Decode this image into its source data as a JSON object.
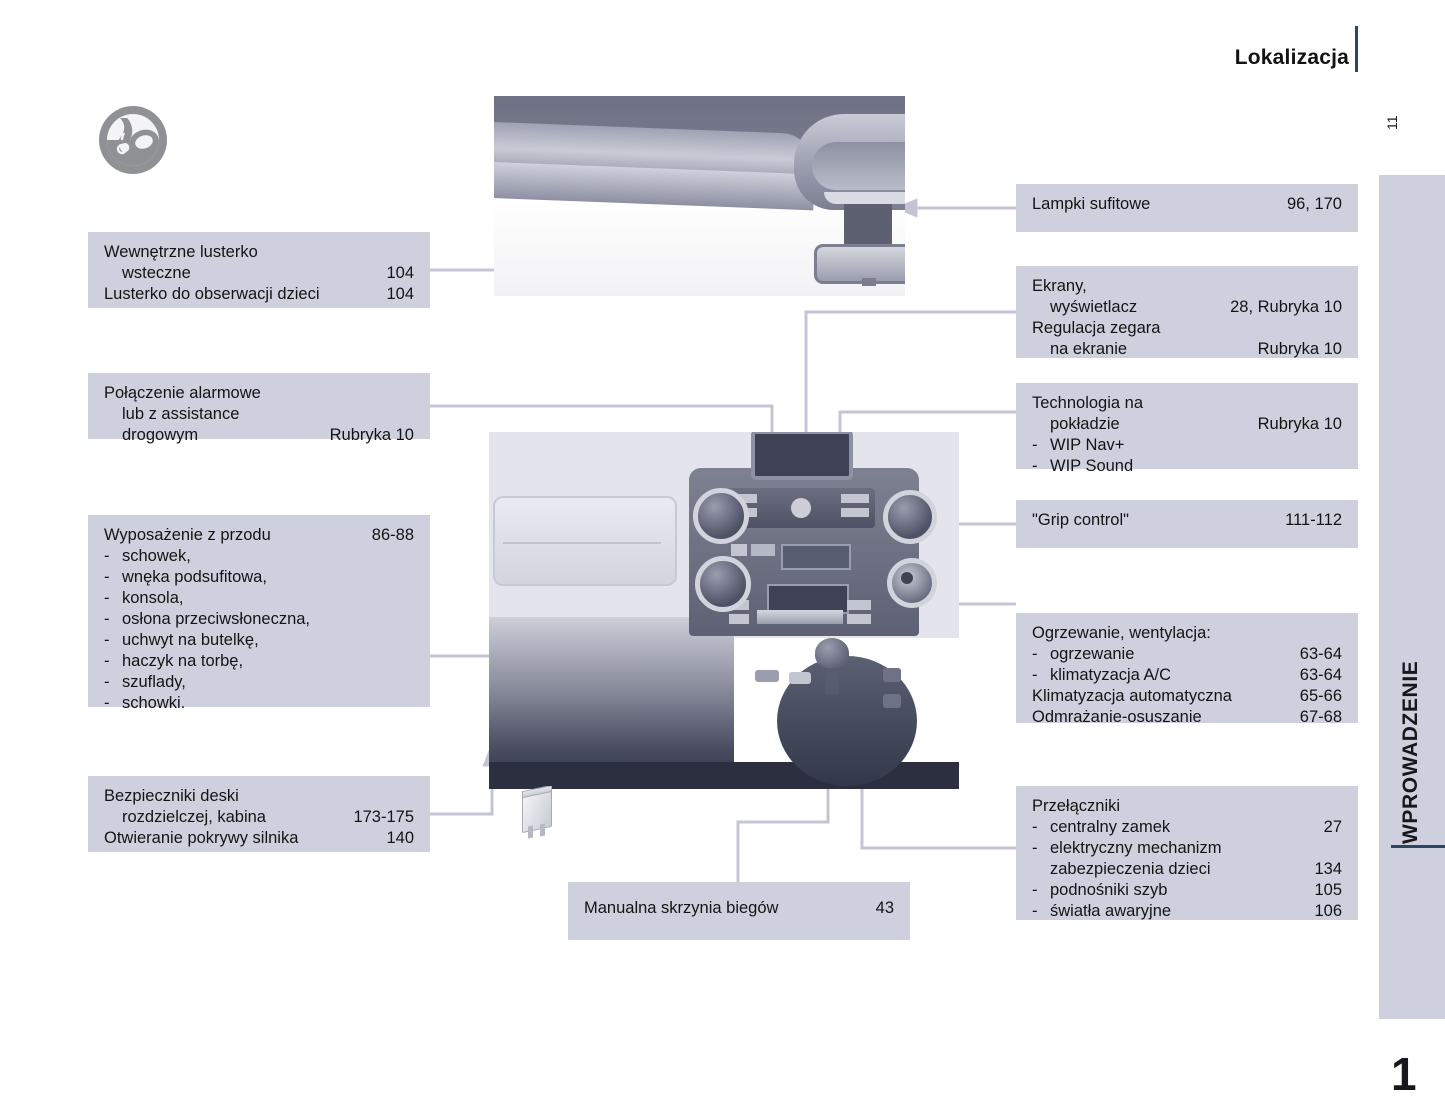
{
  "header": {
    "title": "Lokalizacja",
    "page_number": "11"
  },
  "side_tab": {
    "label": "WPROWADZENIE",
    "number": "1"
  },
  "logo": {
    "icon": "steering-wheel-hand-icon"
  },
  "callouts": {
    "mirror": {
      "lines": [
        {
          "label": "Wewnętrzne lusterko",
          "page": ""
        },
        {
          "label": "wsteczne",
          "page": "104"
        },
        {
          "label": "Lusterko do obserwacji dzieci",
          "page": "104"
        }
      ]
    },
    "alarm": {
      "lines": [
        {
          "label": "Połączenie alarmowe",
          "page": ""
        },
        {
          "label": "lub z assistance",
          "page": ""
        },
        {
          "label": "drogowym",
          "page": "Rubryka 10"
        }
      ]
    },
    "front_equipment": {
      "title": "Wyposażenie z przodu",
      "title_page": "86-88",
      "items": [
        "schowek,",
        "wnęka podsufitowa,",
        "konsola,",
        "osłona przeciwsłoneczna,",
        "uchwyt na butelkę,",
        "haczyk na torbę,",
        "szuflady,",
        "schowki."
      ]
    },
    "fuses": {
      "lines": [
        {
          "label": "Bezpieczniki deski",
          "page": ""
        },
        {
          "label": "rozdzielczej, kabina",
          "page": "173-175"
        },
        {
          "label": "Otwieranie pokrywy silnika",
          "page": "140"
        }
      ]
    },
    "gearbox": {
      "label": "Manualna skrzynia biegów",
      "page": "43"
    },
    "ceiling_lights": {
      "label": "Lampki sufitowe",
      "page": "96, 170"
    },
    "screens": {
      "lines": [
        {
          "label": "Ekrany,",
          "page": ""
        },
        {
          "label": "wyświetlacz",
          "page": "28, Rubryka 10"
        },
        {
          "label": "Regulacja zegara",
          "page": ""
        },
        {
          "label": "na ekranie",
          "page": "Rubryka 10"
        }
      ]
    },
    "technology": {
      "lines": [
        {
          "label": "Technologia na",
          "page": ""
        },
        {
          "label": "pokładzie",
          "page": "Rubryka 10"
        }
      ],
      "items": [
        {
          "label": "WIP Nav+",
          "page": ""
        },
        {
          "label": "WIP Sound",
          "page": ""
        }
      ]
    },
    "grip_control": {
      "label": "\"Grip control\"",
      "page": "111-112"
    },
    "hvac": {
      "title": "Ogrzewanie, wentylacja:",
      "bullets": [
        {
          "label": "ogrzewanie",
          "page": "63-64"
        },
        {
          "label": "klimatyzacja A/C",
          "page": "63-64"
        }
      ],
      "rows": [
        {
          "label": "Klimatyzacja automatyczna",
          "page": "65-66"
        },
        {
          "label": "Odmrażanie-osuszanie",
          "page": "67-68"
        }
      ]
    },
    "switches": {
      "title": "Przełączniki",
      "bullets": [
        {
          "label": "centralny zamek",
          "page": "27"
        },
        {
          "label": "elektryczny mechanizm",
          "page": ""
        },
        {
          "label": "zabezpieczenia dzieci",
          "page": "134",
          "continuation": true
        },
        {
          "label": "podnośniki szyb",
          "page": "105"
        },
        {
          "label": "światła awaryjne",
          "page": "106"
        }
      ]
    }
  },
  "colors": {
    "box_background": "#cfd0de",
    "accent_rule": "#2c4766",
    "connector": "#c3c5d4",
    "text": "#141414"
  },
  "images": {
    "ceiling_photo": "car-ceiling-console-and-rear-view-mirror-photo",
    "dashboard_photo": "car-dashboard-center-console-photo",
    "fuse_photo": "fuse-photo"
  }
}
